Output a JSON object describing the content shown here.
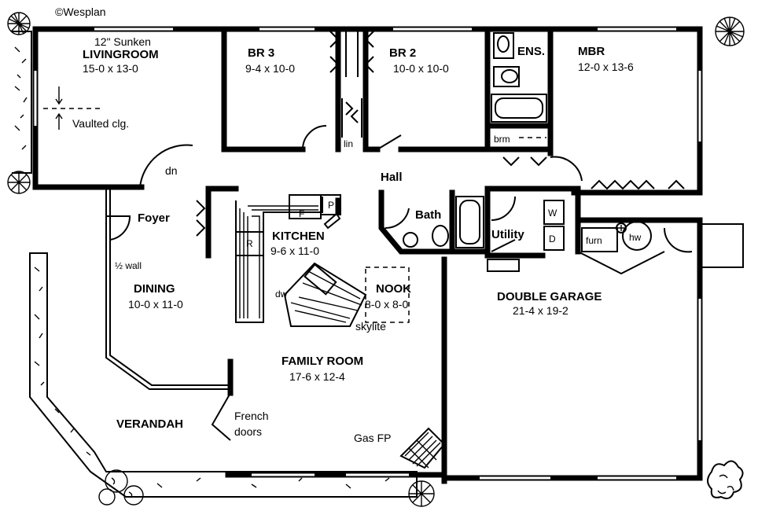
{
  "copyright": "©Wesplan",
  "rooms": {
    "living": {
      "note": "12\" Sunken",
      "name": "LIVINGROOM",
      "dims": "15-0 x 13-0",
      "ceiling": "Vaulted clg."
    },
    "br3": {
      "name": "BR 3",
      "dims": "9-4 x 10-0"
    },
    "br2": {
      "name": "BR 2",
      "dims": "10-0 x 10-0"
    },
    "ens": {
      "name": "ENS."
    },
    "mbr": {
      "name": "MBR",
      "dims": "12-0 x 13-6"
    },
    "foyer": {
      "name": "Foyer"
    },
    "kitchen": {
      "name": "KITCHEN",
      "dims": "9-6 x 11-0"
    },
    "hall": {
      "name": "Hall"
    },
    "bath": {
      "name": "Bath"
    },
    "utility": {
      "name": "Utility"
    },
    "dining": {
      "name": "DINING",
      "dims": "10-0 x 11-0"
    },
    "nook": {
      "name": "NOOK",
      "dims": "8-0 x 8-0"
    },
    "garage": {
      "name": "DOUBLE GARAGE",
      "dims": "21-4 x 19-2"
    },
    "family": {
      "name": "FAMILY ROOM",
      "dims": "17-6 x 12-4"
    },
    "verandah": {
      "name": "VERANDAH"
    }
  },
  "labels": {
    "dn": "dn",
    "lin": "lin",
    "brm": "brm",
    "half_wall": "½ wall",
    "dw": "dw",
    "skylite": "skylite",
    "french_doors_1": "French",
    "french_doors_2": "doors",
    "gas_fp": "Gas FP",
    "fridge": "F",
    "pantry": "P",
    "range": "R",
    "washer": "W",
    "dryer": "D",
    "furnace": "furn",
    "hot_water": "hw"
  }
}
